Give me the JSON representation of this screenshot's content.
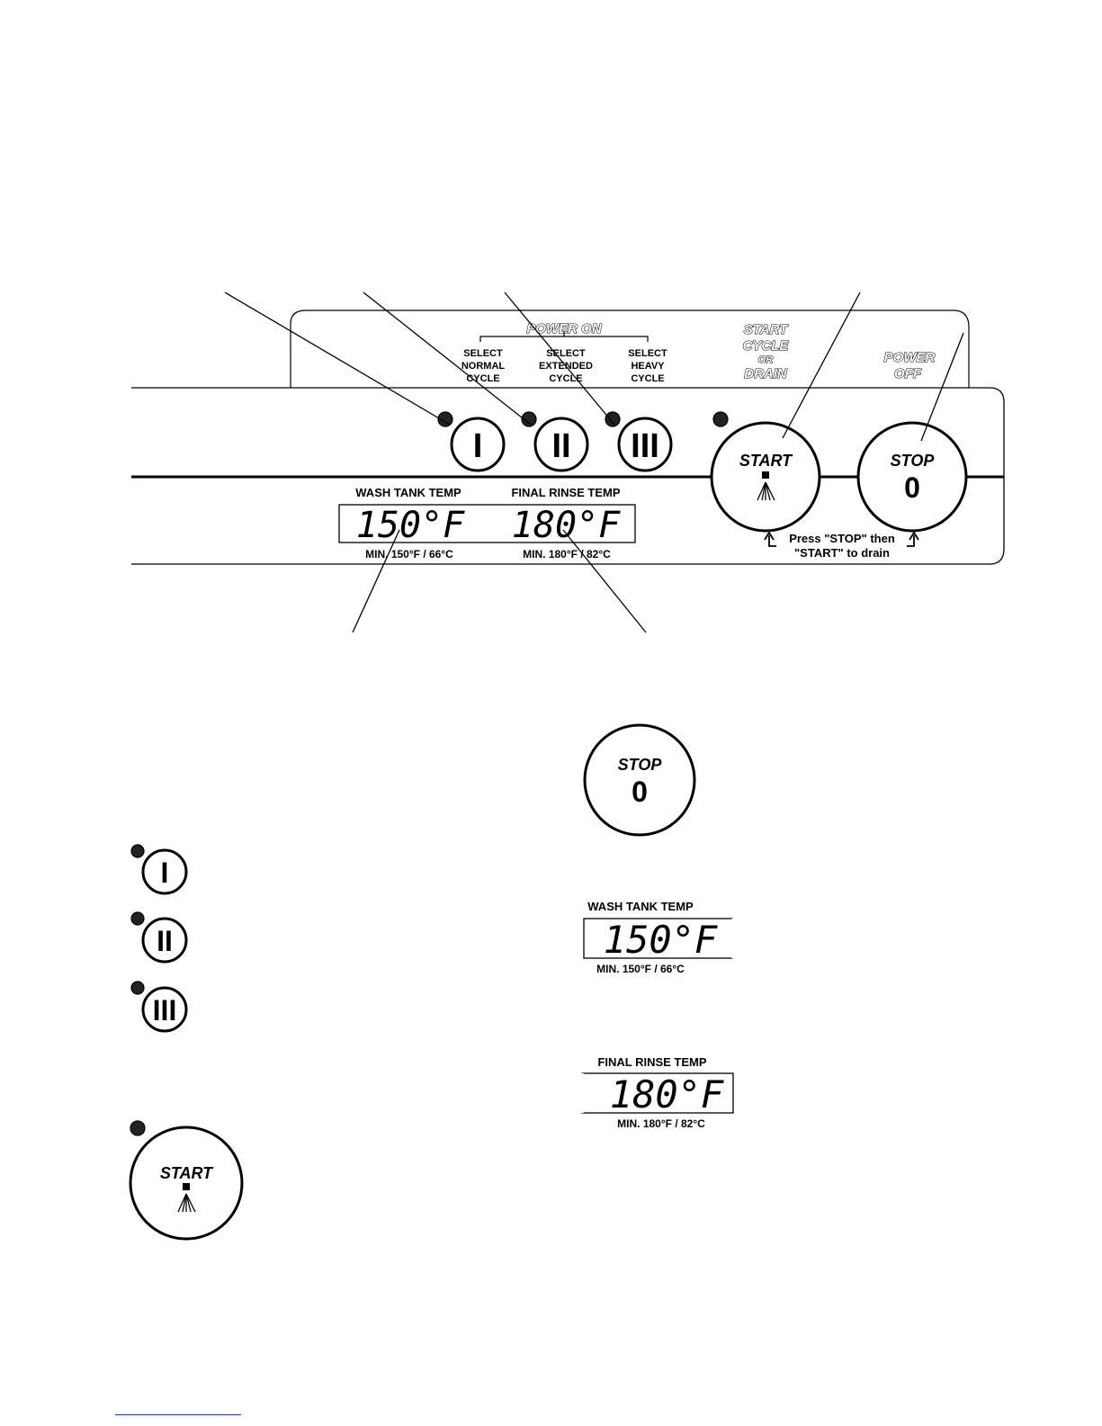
{
  "panel": {
    "power_on": "POWER ON",
    "select_normal": [
      "SELECT",
      "NORMAL",
      "CYCLE"
    ],
    "select_extended": [
      "SELECT",
      "EXTENDED",
      "CYCLE"
    ],
    "select_heavy": [
      "SELECT",
      "HEAVY",
      "CYCLE"
    ],
    "start_cycle": [
      "START",
      "CYCLE",
      "OR",
      "DRAIN"
    ],
    "power_off": [
      "POWER",
      "OFF"
    ],
    "button_normal": "I",
    "button_extended": "II",
    "button_heavy": "III",
    "start_label": "START",
    "stop_label": "STOP",
    "stop_symbol": "0",
    "wash_tank_label": "WASH TANK TEMP",
    "final_rinse_label": "FINAL RINSE TEMP",
    "wash_tank_value": "150°F",
    "final_rinse_value": "180°F",
    "wash_tank_min": "MIN. 150°F / 66°C",
    "final_rinse_min": "MIN. 180°F / 82°C",
    "drain_note": [
      "Press \"STOP\" then",
      "\"START\" to drain"
    ]
  },
  "legend": {
    "stop_label": "STOP",
    "stop_symbol": "0",
    "button_normal": "I",
    "button_extended": "II",
    "button_heavy": "III",
    "start_label": "START",
    "wash_tank_label": "WASH TANK TEMP",
    "wash_tank_value": "150°F",
    "wash_tank_min": "MIN. 150°F / 66°C",
    "final_rinse_label": "FINAL RINSE TEMP",
    "final_rinse_value": "180°F",
    "final_rinse_min": "MIN. 180°F / 82°C"
  },
  "colors": {
    "ink": "#000000",
    "led": "#222222",
    "paper": "#ffffff"
  }
}
